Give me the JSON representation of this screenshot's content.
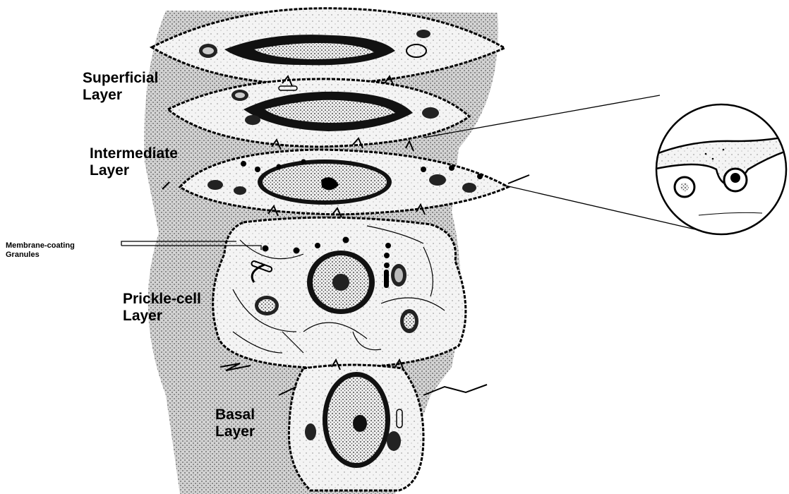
{
  "labels": {
    "superficial": [
      "Superficial",
      "Layer"
    ],
    "intermediate": [
      "Intermediate",
      "Layer"
    ],
    "membrane": [
      "Membrane-coating",
      "Granules"
    ],
    "prickle": [
      "Prickle-cell",
      "Layer"
    ],
    "basal": [
      "Basal",
      "Layer"
    ]
  }
}
